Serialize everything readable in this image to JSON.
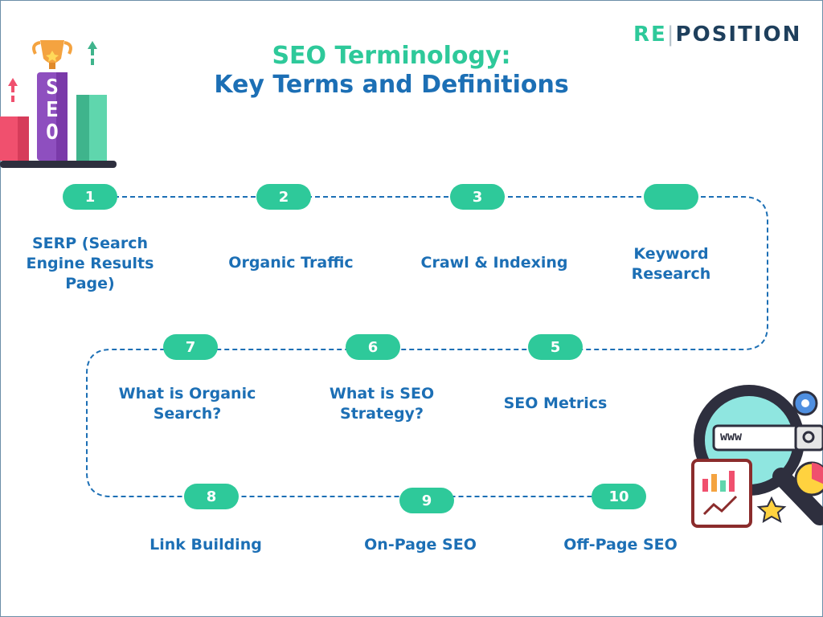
{
  "header": {
    "title_line1": "SEO Terminology:",
    "title_line2": "Key Terms and Definitions"
  },
  "logo": {
    "left": "RE",
    "separator": "|",
    "right": "POSITION"
  },
  "trophy_letters": [
    "S",
    "E",
    "O"
  ],
  "search_bar_text": "www",
  "steps": [
    {
      "number": "1",
      "label": "SERP (Search Engine Results Page)"
    },
    {
      "number": "2",
      "label": "Organic Traffic"
    },
    {
      "number": "3",
      "label": "Crawl & Indexing"
    },
    {
      "number": "",
      "label": "Keyword Research"
    },
    {
      "number": "5",
      "label": "SEO Metrics"
    },
    {
      "number": "6",
      "label": "What is SEO Strategy?"
    },
    {
      "number": "7",
      "label": "What is Organic Search?"
    },
    {
      "number": "8",
      "label": "Link Building"
    },
    {
      "number": "9",
      "label": "On-Page SEO"
    },
    {
      "number": "10",
      "label": "Off-Page SEO"
    }
  ],
  "colors": {
    "accent_green": "#2ec99a",
    "title_blue": "#1c6fb5",
    "dash_blue": "#1c6fb5"
  }
}
